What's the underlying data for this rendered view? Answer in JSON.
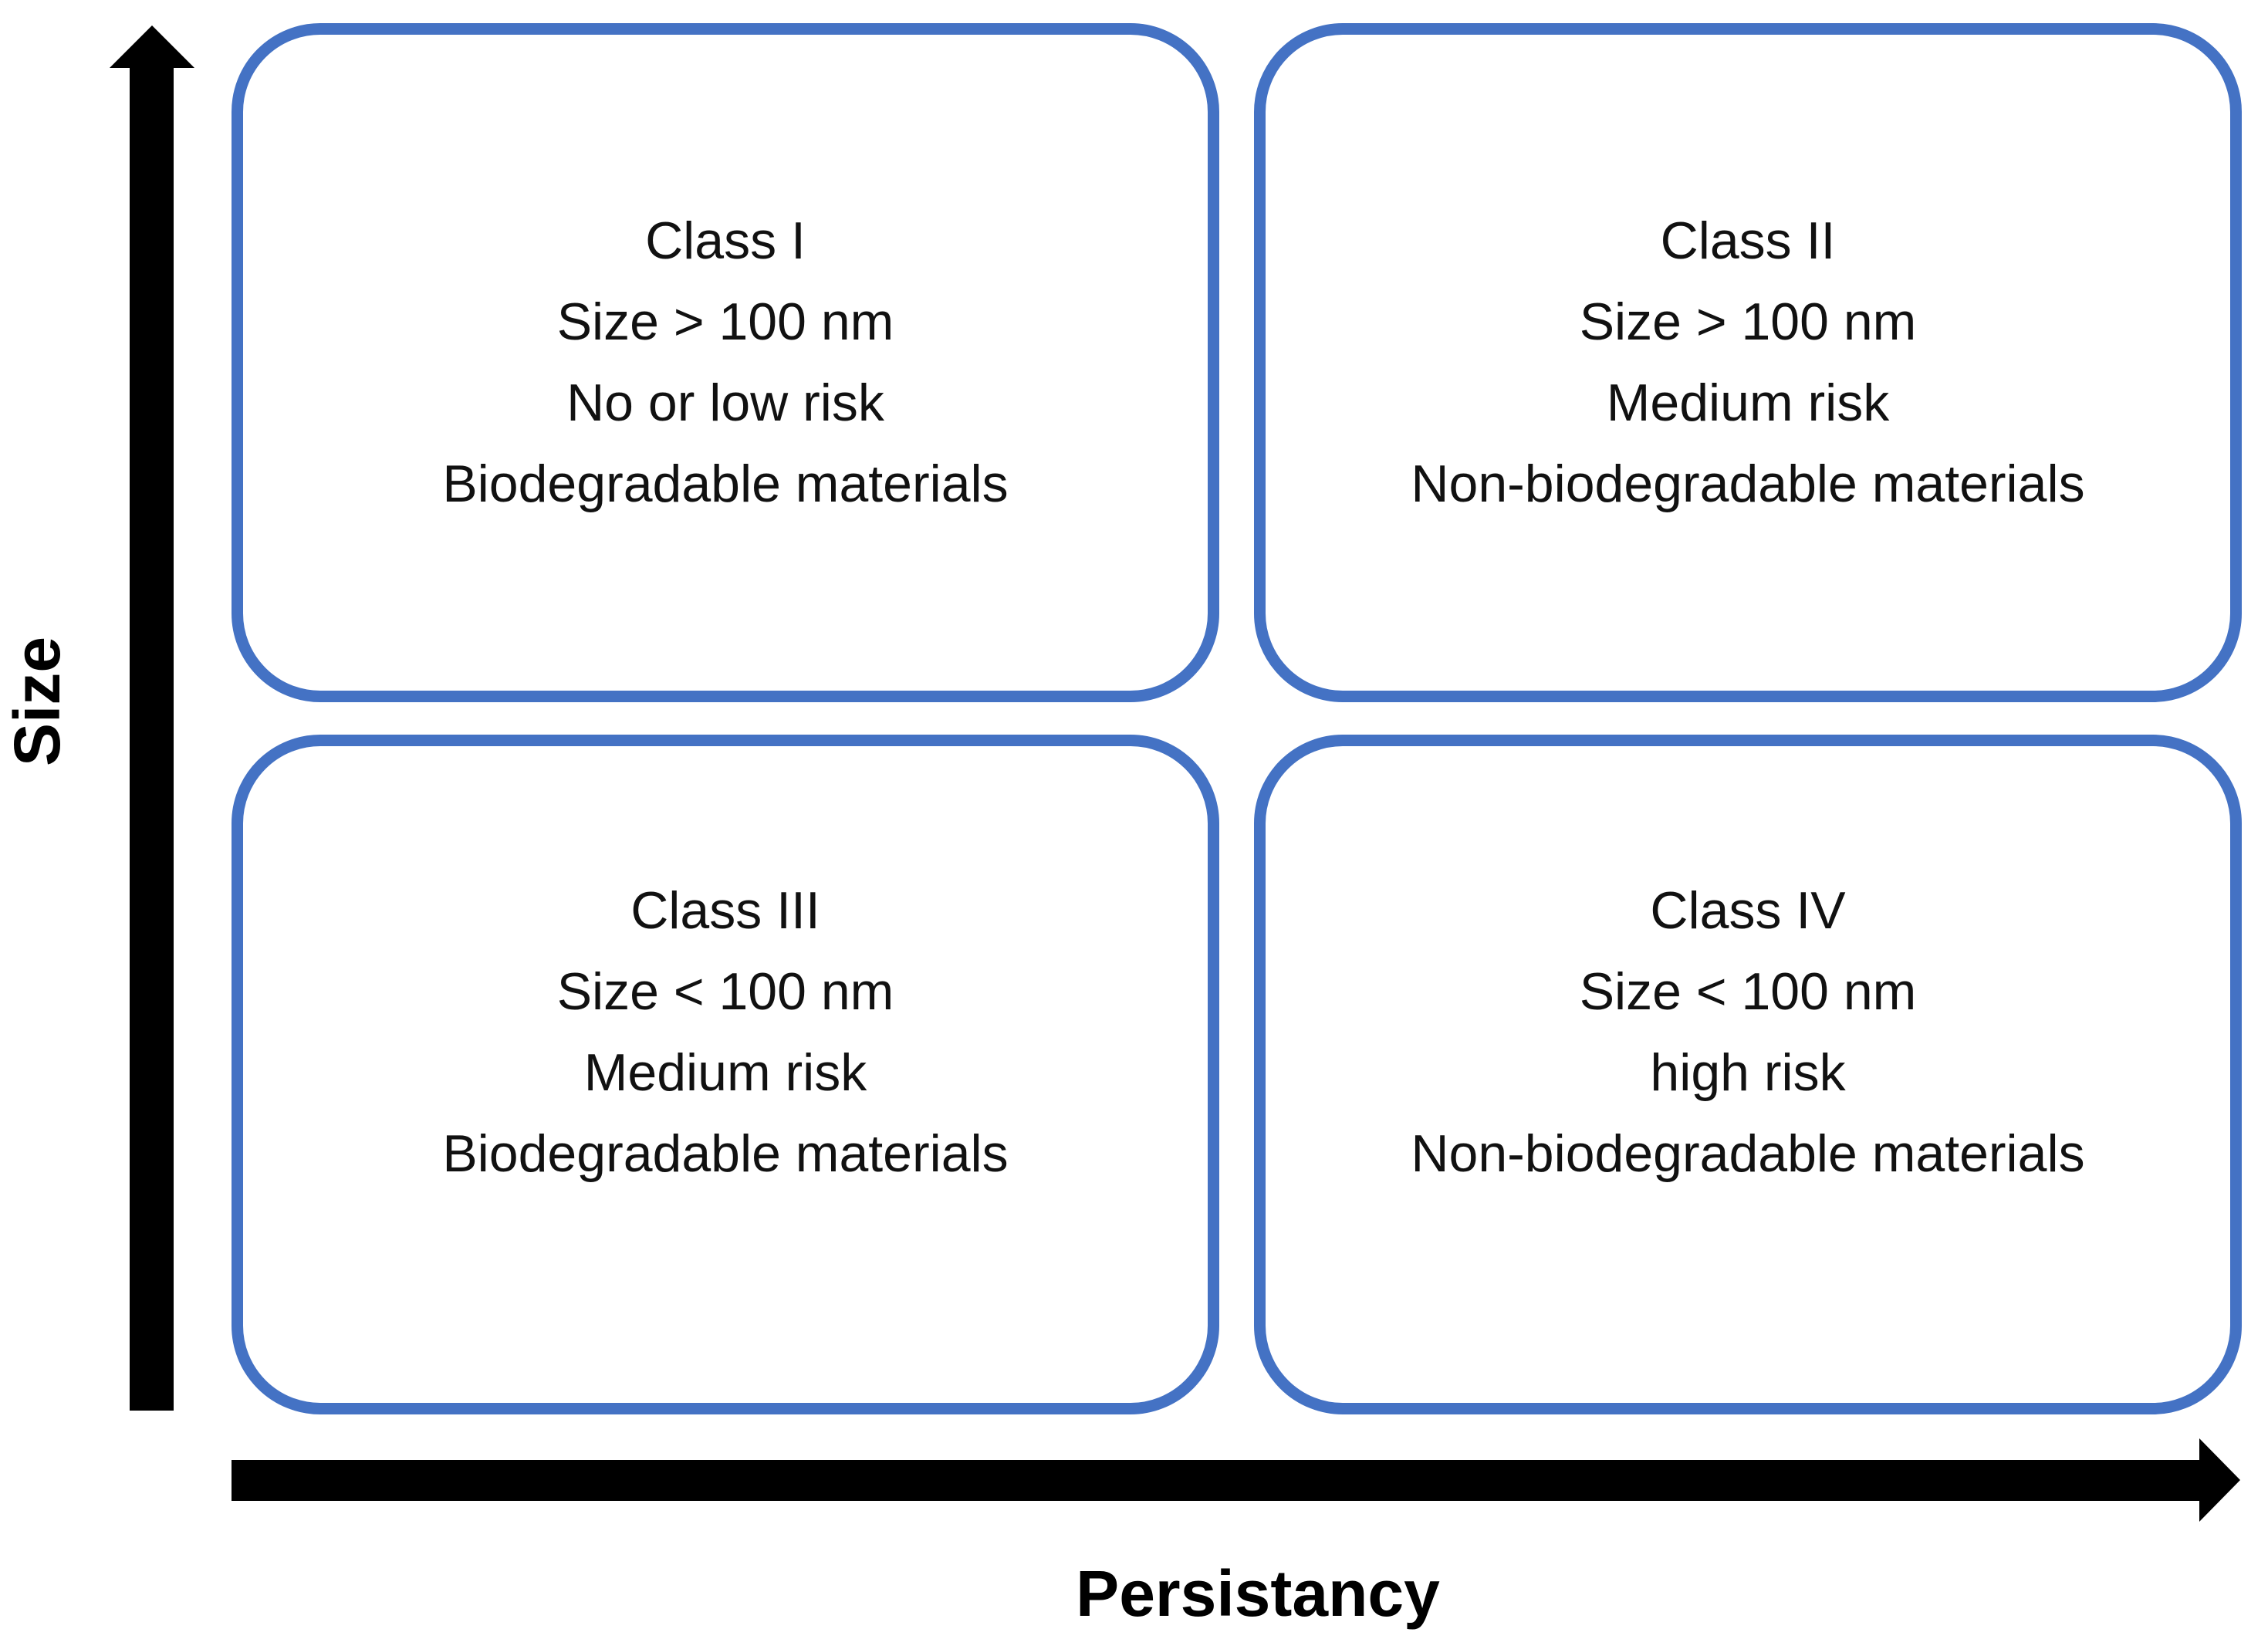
{
  "axes": {
    "y_label": "Size",
    "x_label": "Persistancy"
  },
  "quadrants": [
    {
      "title": "Class I",
      "size": "Size > 100 nm",
      "risk": "No or low risk",
      "material": "Biodegradable materials"
    },
    {
      "title": "Class II",
      "size": "Size > 100 nm",
      "risk": "Medium risk",
      "material": "Non-biodegradable materials"
    },
    {
      "title": "Class III",
      "size": "Size < 100 nm",
      "risk": "Medium risk",
      "material": "Biodegradable materials"
    },
    {
      "title": "Class IV",
      "size": "Size < 100 nm",
      "risk": "high risk",
      "material": "Non-biodegradable materials"
    }
  ],
  "colors": {
    "box_border": "#4472C4",
    "arrow": "#000000",
    "text": "#111111"
  }
}
